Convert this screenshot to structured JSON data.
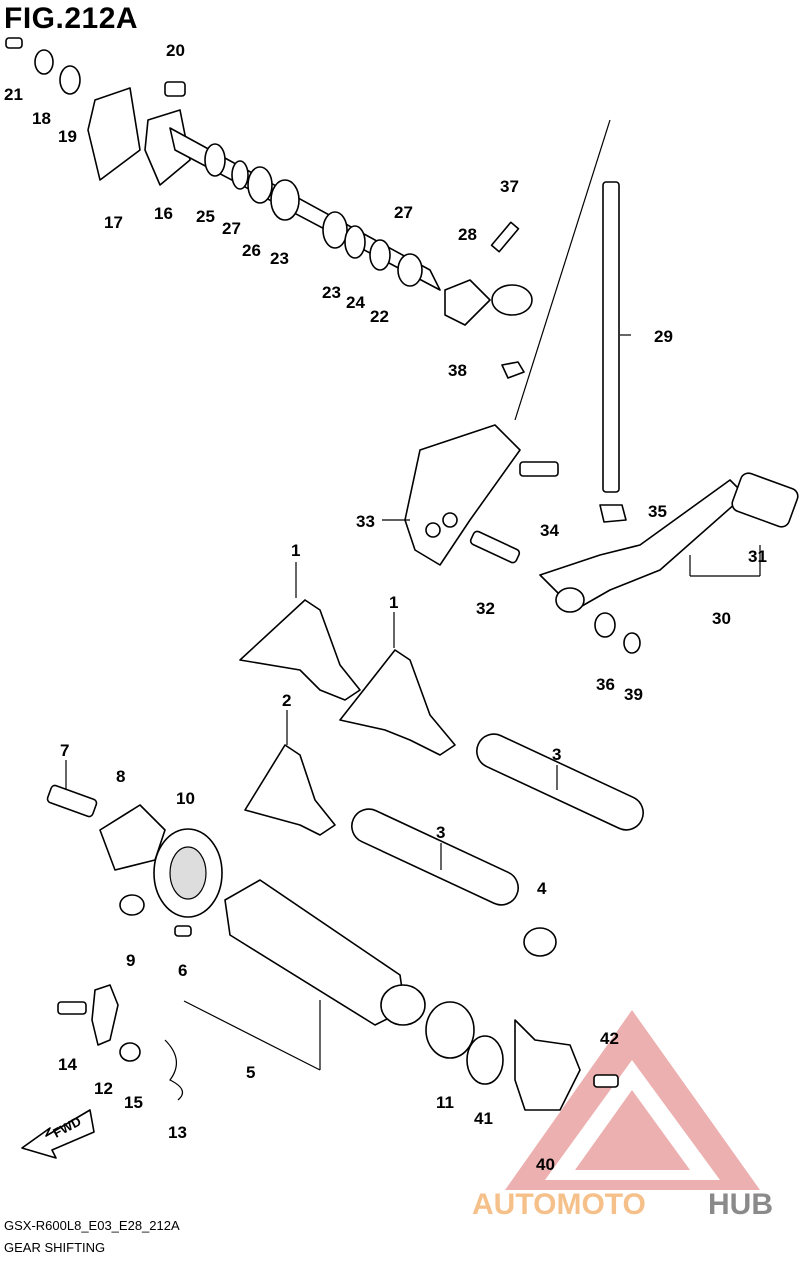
{
  "figure": {
    "title": "FIG.212A",
    "model_code": "GSX-R600L8_E03_E28_212A",
    "caption": "GEAR SHIFTING"
  },
  "watermark": {
    "brand_part1": "AUTOMOTO",
    "brand_part2": "HUB",
    "color1": "#f6c08a",
    "color2": "#8a8a8a",
    "logo_color": "#e06060"
  },
  "fwd_label": "FWD",
  "callouts": [
    {
      "id": "c21",
      "text": "21"
    },
    {
      "id": "c18",
      "text": "18"
    },
    {
      "id": "c19",
      "text": "19"
    },
    {
      "id": "c20",
      "text": "20"
    },
    {
      "id": "c17",
      "text": "17"
    },
    {
      "id": "c16",
      "text": "16"
    },
    {
      "id": "c25",
      "text": "25"
    },
    {
      "id": "c27a",
      "text": "27"
    },
    {
      "id": "c26",
      "text": "26"
    },
    {
      "id": "c23a",
      "text": "23"
    },
    {
      "id": "c27b",
      "text": "27"
    },
    {
      "id": "c23b",
      "text": "23"
    },
    {
      "id": "c24",
      "text": "24"
    },
    {
      "id": "c22",
      "text": "22"
    },
    {
      "id": "c28",
      "text": "28"
    },
    {
      "id": "c37",
      "text": "37"
    },
    {
      "id": "c38",
      "text": "38"
    },
    {
      "id": "c29",
      "text": "29"
    },
    {
      "id": "c33",
      "text": "33"
    },
    {
      "id": "c34",
      "text": "34"
    },
    {
      "id": "c35",
      "text": "35"
    },
    {
      "id": "c31",
      "text": "31"
    },
    {
      "id": "c30",
      "text": "30"
    },
    {
      "id": "c32",
      "text": "32"
    },
    {
      "id": "c36",
      "text": "36"
    },
    {
      "id": "c39",
      "text": "39"
    },
    {
      "id": "c1a",
      "text": "1"
    },
    {
      "id": "c1b",
      "text": "1"
    },
    {
      "id": "c2",
      "text": "2"
    },
    {
      "id": "c7",
      "text": "7"
    },
    {
      "id": "c8",
      "text": "8"
    },
    {
      "id": "c10",
      "text": "10"
    },
    {
      "id": "c3a",
      "text": "3"
    },
    {
      "id": "c3b",
      "text": "3"
    },
    {
      "id": "c4",
      "text": "4"
    },
    {
      "id": "c9",
      "text": "9"
    },
    {
      "id": "c6",
      "text": "6"
    },
    {
      "id": "c5",
      "text": "5"
    },
    {
      "id": "c14",
      "text": "14"
    },
    {
      "id": "c12",
      "text": "12"
    },
    {
      "id": "c15",
      "text": "15"
    },
    {
      "id": "c13",
      "text": "13"
    },
    {
      "id": "c11",
      "text": "11"
    },
    {
      "id": "c41",
      "text": "41"
    },
    {
      "id": "c42",
      "text": "42"
    },
    {
      "id": "c40",
      "text": "40"
    }
  ]
}
